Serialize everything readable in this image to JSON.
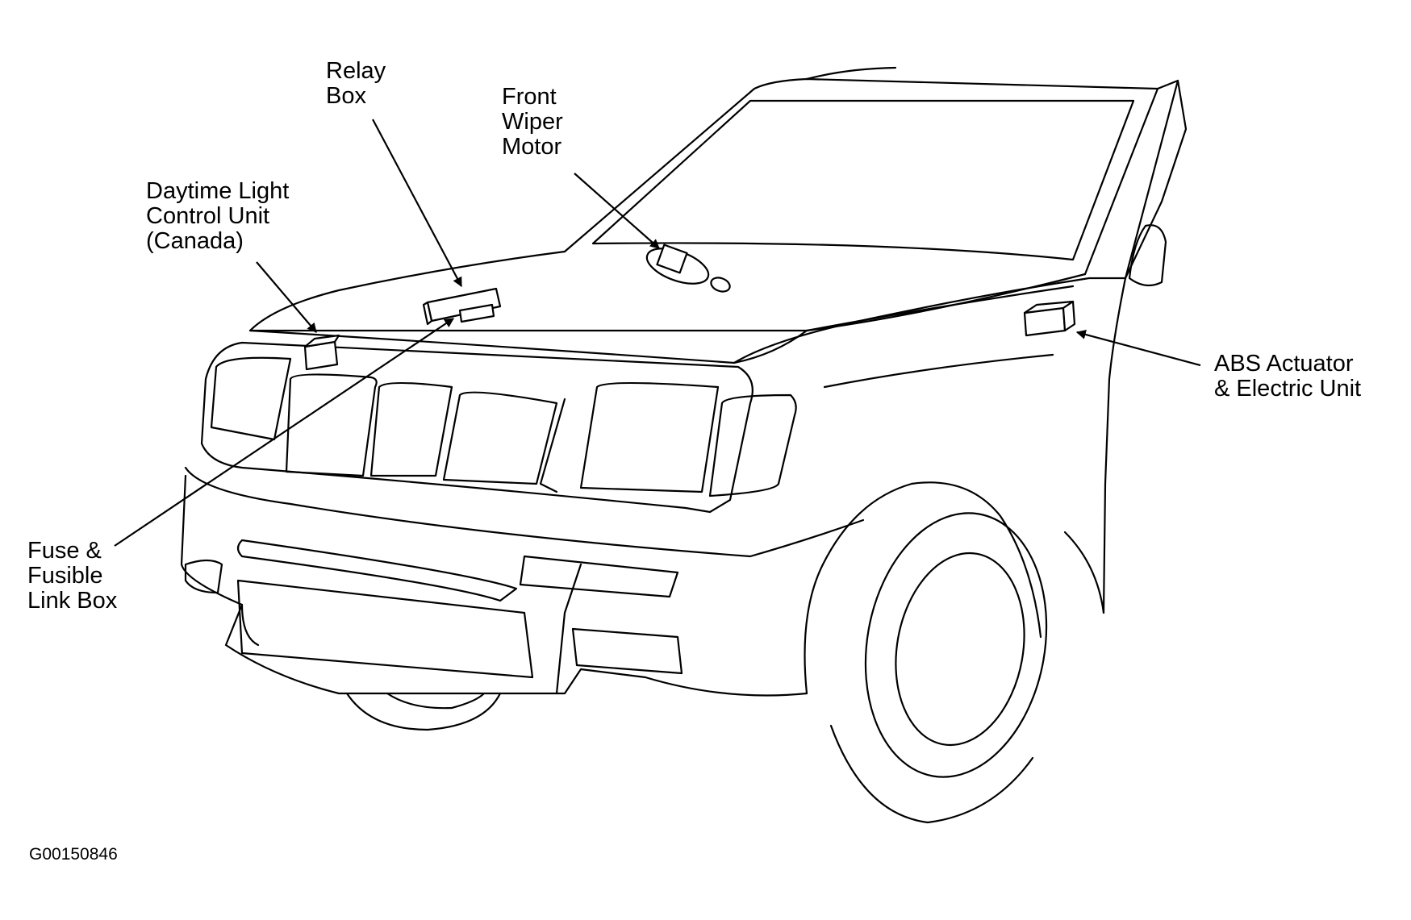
{
  "callouts": {
    "relay_box": [
      "Relay",
      "Box"
    ],
    "front_wiper_motor": [
      "Front",
      "Wiper",
      "Motor"
    ],
    "daytime_light_control_unit": [
      "Daytime Light",
      "Control Unit",
      "(Canada)"
    ],
    "fuse_fusible_link_box": [
      "Fuse &",
      "Fusible",
      "Link Box"
    ],
    "abs_actuator": [
      "ABS Actuator",
      "& Electric Unit"
    ]
  },
  "figure_code": "G00150846",
  "colors": {
    "line": "#000000",
    "background": "#ffffff"
  }
}
